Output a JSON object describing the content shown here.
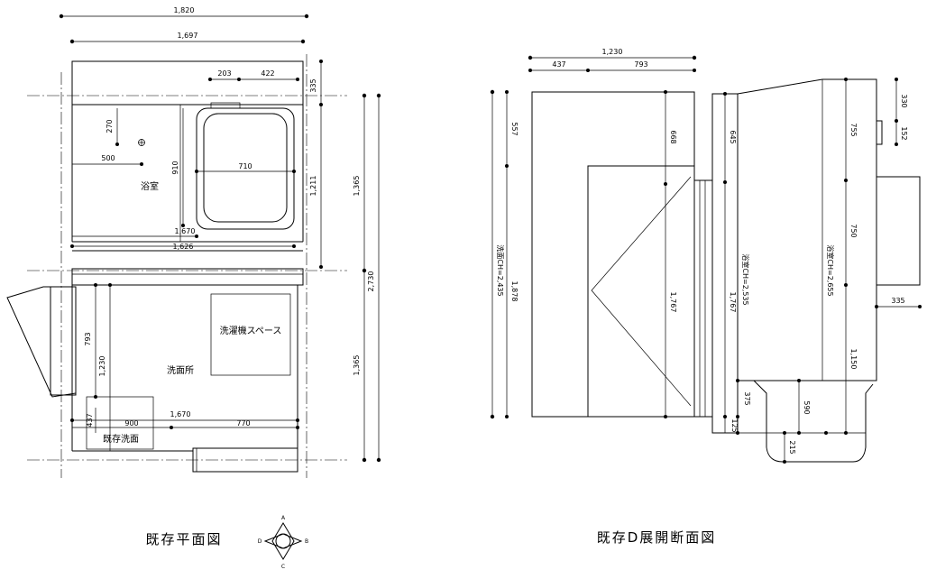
{
  "plan": {
    "title": "既存平面図",
    "dims": {
      "overall_width": "1,820",
      "inner_width": "1,697",
      "d203": "203",
      "d422": "422",
      "d335": "335",
      "d270": "270",
      "d500": "500",
      "d910": "910",
      "d710": "710",
      "d1211": "1,211",
      "d1670a": "1,670",
      "d1626": "1,626",
      "d1365a": "1,365",
      "d2730": "2,730",
      "d1365b": "1,365",
      "d793": "793",
      "d1230": "1,230",
      "d437": "437",
      "d900": "900",
      "d1670b": "1,670",
      "d770": "770"
    },
    "rooms": {
      "bath": "浴室",
      "washroom": "洗面所",
      "washer_space": "洗濯機スペース",
      "existing_basin": "既存洗面"
    },
    "compass": {
      "n": "A",
      "s": "C",
      "w": "D",
      "e": "B"
    }
  },
  "elevation": {
    "title": "既存D展開断面図",
    "dims": {
      "top_total": "1,230",
      "top_437": "437",
      "top_793": "793",
      "d557": "557",
      "d668": "668",
      "d645": "645",
      "d1878": "1,878",
      "d1767a": "1,767",
      "d1767b": "1,767",
      "d755": "755",
      "d330": "330",
      "d152": "152",
      "d750": "750",
      "d335": "335",
      "d1150": "1,150",
      "d375": "375",
      "d125": "125",
      "d590": "590",
      "d215": "215"
    },
    "notes": {
      "wash_floor": "洗面CH=2,435",
      "bath_floor_a": "浴室CH=2,535",
      "bath_floor_b": "浴室CH=2,655"
    }
  }
}
